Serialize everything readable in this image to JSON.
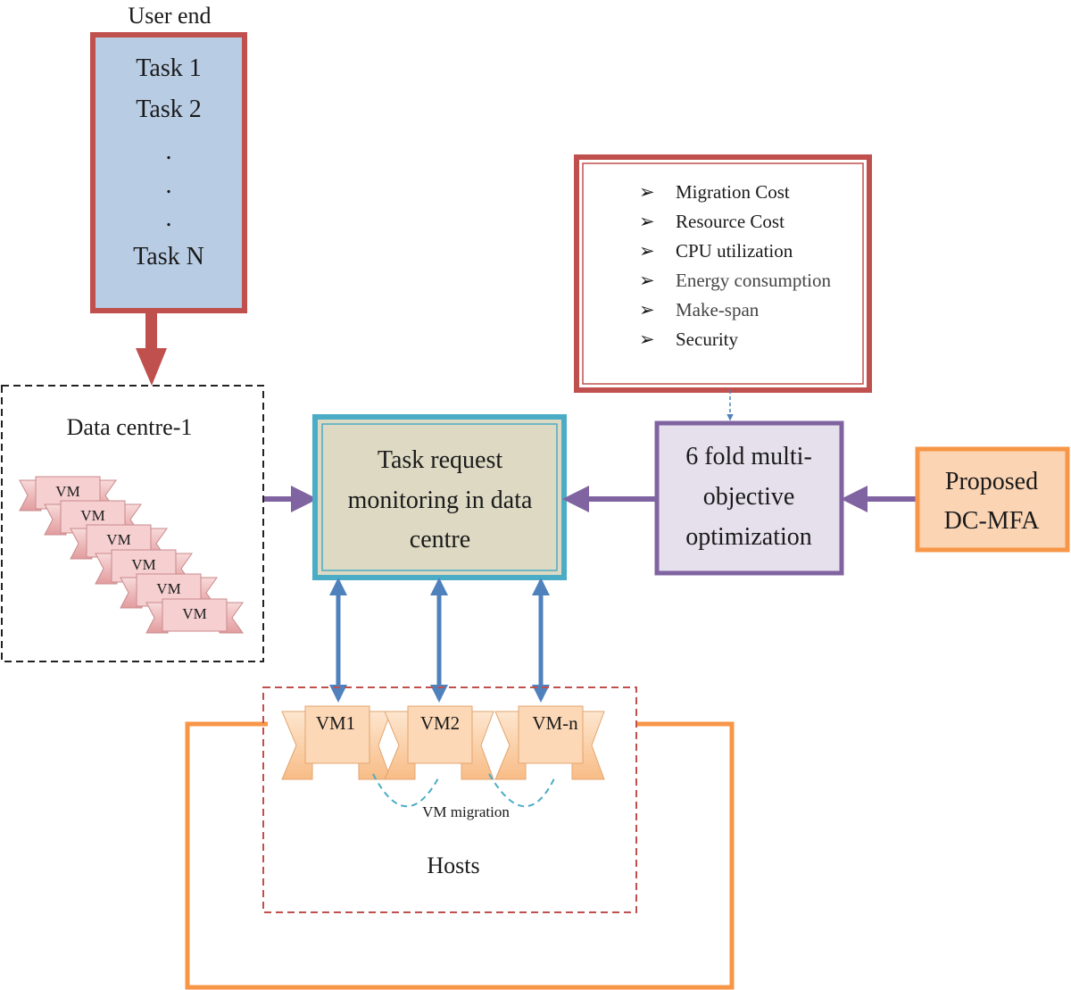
{
  "user_end": {
    "heading": "User end",
    "tasks": [
      "Task 1",
      "Task 2",
      ".",
      ".",
      ".",
      "Task N"
    ]
  },
  "objectives": {
    "items": [
      "Migration Cost",
      "Resource Cost",
      "CPU utilization",
      "Energy consumption",
      "Make-span",
      "Security"
    ]
  },
  "data_centre": {
    "label": "Data centre-1",
    "vms": [
      "VM",
      "VM",
      "VM",
      "VM",
      "VM",
      "VM"
    ]
  },
  "monitor": {
    "lines": [
      "Task request",
      "monitoring in data",
      "centre"
    ]
  },
  "optimization": {
    "lines": [
      "6 fold multi-",
      "objective",
      "optimization"
    ]
  },
  "proposed": {
    "lines": [
      "Proposed",
      "DC-MFA"
    ]
  },
  "hosts": {
    "label": "Hosts",
    "vms": [
      "VM1",
      "VM2",
      "VM-n"
    ],
    "migration_label": "VM migration"
  },
  "colors": {
    "red": "#c0504d",
    "blue_fill": "#b8cce4",
    "teal": "#4bacc6",
    "khaki_fill": "#ddd9c3",
    "purple": "#8064a2",
    "lavender_fill": "#e5e0ec",
    "orange": "#f79646",
    "peach_fill": "#fbd4b4",
    "arrow_blue": "#4f81bd",
    "vm_pink": "#e6a5a6",
    "vm_pink_light": "#f2c9c9",
    "vm_orange": "#fac090",
    "vm_orange_light": "#fde0c5"
  }
}
